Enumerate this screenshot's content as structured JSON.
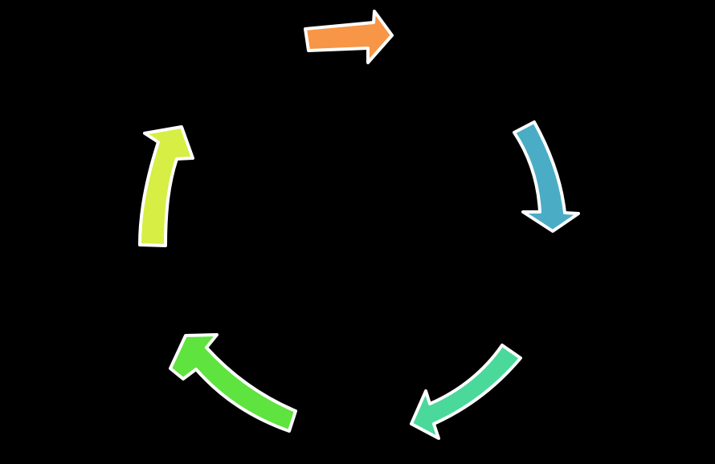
{
  "diagram": {
    "type": "cycle",
    "background": "#000000",
    "outline_color": "#ffffff",
    "arrows": [
      {
        "id": "arrow-orange",
        "color": "#f79646",
        "icon": "curved-arrow-icon"
      },
      {
        "id": "arrow-blue",
        "color": "#4bacc6",
        "icon": "curved-arrow-icon"
      },
      {
        "id": "arrow-teal",
        "color": "#4ad99b",
        "icon": "curved-arrow-icon"
      },
      {
        "id": "arrow-green",
        "color": "#5ee33f",
        "icon": "curved-arrow-icon"
      },
      {
        "id": "arrow-lime",
        "color": "#d7ee45",
        "icon": "curved-arrow-icon"
      }
    ]
  }
}
